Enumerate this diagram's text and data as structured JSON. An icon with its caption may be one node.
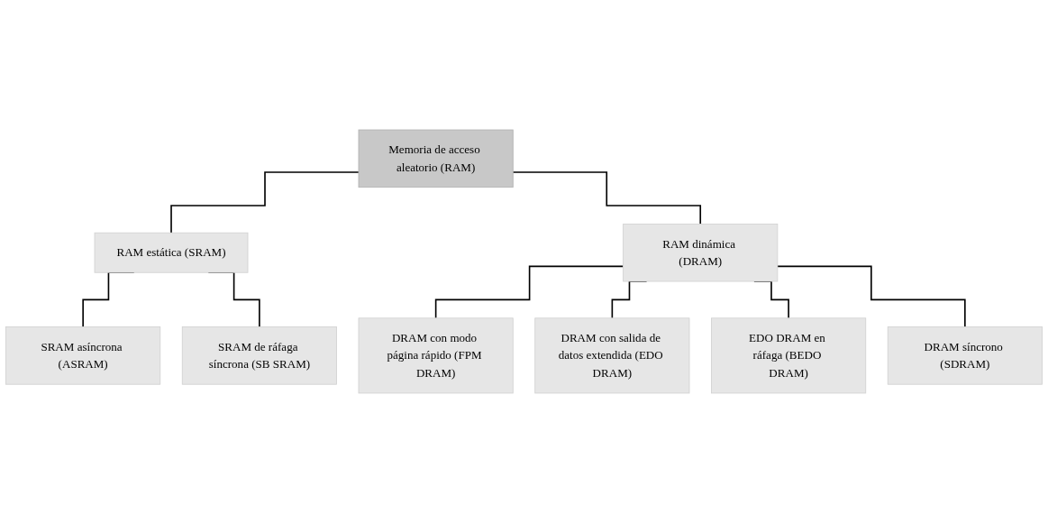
{
  "diagram": {
    "nodes": [
      {
        "text": [
          "Memoria de acceso aleatorio (RAM)"
        ]
      },
      {
        "text": [
          "RAM estática (SRAM)"
        ]
      },
      {
        "text": [
          "RAM dinámica (DRAM)"
        ]
      },
      {
        "text": [
          "SRAM asíncrona (ASRAM)"
        ]
      },
      {
        "text": [
          "SRAM de ráfaga síncrona (SB SRAM)"
        ]
      },
      {
        "text": [
          "DRAM con modo página rápido (FPM DRAM)"
        ]
      },
      {
        "text": [
          "DRAM con salida de datos extendida (EDO DRAM)"
        ]
      },
      {
        "text": [
          "EDO DRAM en ráfaga (BEDO DRAM)"
        ]
      },
      {
        "text": [
          "DRAM síncrono (SDRAM)"
        ]
      }
    ],
    "edges": [
      {
        "from": 0,
        "to": 1,
        "arrow": "none"
      },
      {
        "from": 0,
        "to": 2,
        "arrow": "none"
      },
      {
        "from": 1,
        "to": 3,
        "arrow": "none"
      },
      {
        "from": 1,
        "to": 4,
        "arrow": "none"
      },
      {
        "from": 2,
        "to": 5,
        "arrow": "none"
      },
      {
        "from": 2,
        "to": 6,
        "arrow": "none"
      },
      {
        "from": 2,
        "to": 7,
        "arrow": "none"
      },
      {
        "from": 2,
        "to": 8,
        "arrow": "none"
      }
    ]
  }
}
